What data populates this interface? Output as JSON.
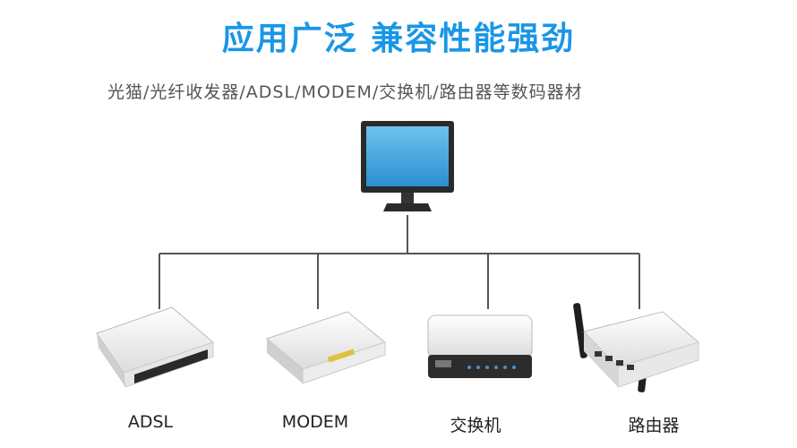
{
  "title": "应用广泛 兼容性能强劲",
  "subtitle": "光猫/光纤收发器/ADSL/MODEM/交换机/路由器等数码器材",
  "devices": [
    {
      "label": "ADSL",
      "icon": "adsl-device-icon"
    },
    {
      "label": "MODEM",
      "icon": "modem-device-icon"
    },
    {
      "label": "交换机",
      "icon": "switch-device-icon"
    },
    {
      "label": "路由器",
      "icon": "router-device-icon"
    }
  ],
  "center_icon": "computer-monitor-icon",
  "colors": {
    "title": "#1a96e6",
    "line": "#555555",
    "screen": "#3aa3dc"
  }
}
